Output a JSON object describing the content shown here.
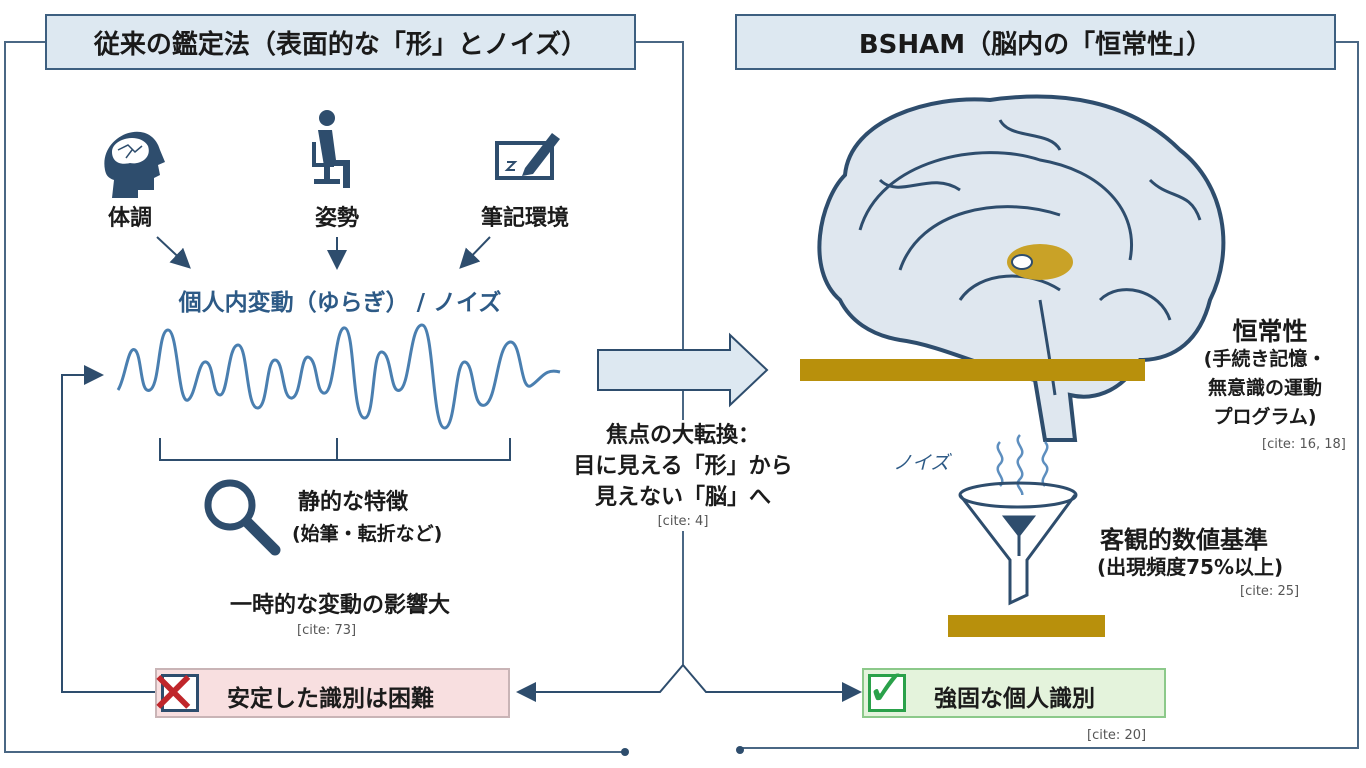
{
  "left_panel": {
    "title": "従来の鑑定法（表面的な「形」とノイズ）",
    "factors": [
      {
        "label": "体調",
        "icon": "head-brain-icon"
      },
      {
        "label": "姿勢",
        "icon": "seated-person-icon"
      },
      {
        "label": "筆記環境",
        "icon": "writing-pad-icon"
      }
    ],
    "variation_label": "個人内変動（ゆらぎ） / ノイズ",
    "static_feature": "静的な特徴",
    "static_feature_sub": "(始筆・転折など)",
    "influence": "一時的な変動の影響大",
    "influence_cite": "[cite: 73]",
    "result": "安定した識別は困難"
  },
  "center": {
    "line1": "焦点の大転換：",
    "line2": "目に見える「形」から",
    "line3": "見えない「脳」へ",
    "cite": "[cite: 4]"
  },
  "right_panel": {
    "title": "BSHAM（脳内の「恒常性」）",
    "constancy": "恒常性",
    "constancy_sub1": "(手続き記憶・",
    "constancy_sub2": "無意識の運動",
    "constancy_sub3": "プログラム)",
    "constancy_cite": "[cite: 16, 18]",
    "noise_label": "ノイズ",
    "criterion": "客観的数値基準",
    "criterion_sub": "(出現頻度75%以上)",
    "criterion_cite": "[cite: 25]",
    "result": "強固な個人識別",
    "result_cite": "[cite: 20]"
  },
  "colors": {
    "navy": "#2e4d6d",
    "accent_blue": "#2d5a86",
    "gold": "#b8900c",
    "fail_bg": "#f8dfe0",
    "ok_bg": "#e4f3dc",
    "ok_green": "#2aa14a",
    "fail_red": "#c0262b"
  }
}
